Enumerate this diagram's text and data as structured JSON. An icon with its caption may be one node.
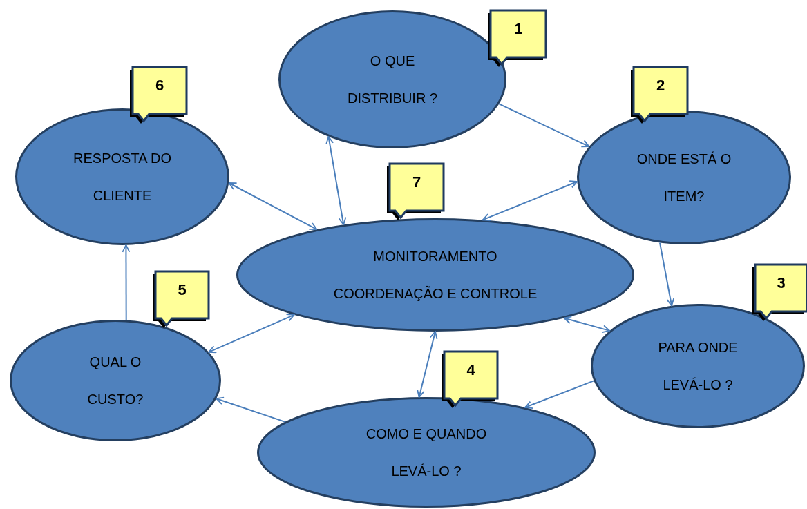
{
  "diagram": {
    "nodes": [
      {
        "text": [
          "O QUE DISTRIBUIR ?"
        ]
      },
      {
        "text": [
          "ONDE ESTÁ O ITEM?"
        ]
      },
      {
        "text": [
          "PARA ONDE LEVÁ-LO ?"
        ]
      },
      {
        "text": [
          "COMO E QUANDO LEVÁ-LO ?"
        ]
      },
      {
        "text": [
          "QUAL O CUSTO?"
        ]
      },
      {
        "text": [
          "RESPOSTA DO CLIENTE"
        ]
      },
      {
        "text": [
          "MONITORAMENTO COORDENAÇÃO E CONTROLE"
        ]
      },
      {
        "text": [
          "1"
        ]
      },
      {
        "text": [
          "2"
        ]
      },
      {
        "text": [
          "3"
        ]
      },
      {
        "text": [
          "4"
        ]
      },
      {
        "text": [
          "5"
        ]
      },
      {
        "text": [
          "6"
        ]
      },
      {
        "text": [
          "7"
        ]
      }
    ],
    "edges": [
      {
        "from": 0,
        "to": 1,
        "arrow": "to"
      },
      {
        "from": 0,
        "to": 6,
        "arrow": "both"
      },
      {
        "from": 5,
        "to": 6,
        "arrow": "both"
      },
      {
        "from": 6,
        "to": 1,
        "arrow": "both"
      },
      {
        "from": 1,
        "to": 2,
        "arrow": "to"
      },
      {
        "from": 6,
        "to": 2,
        "arrow": "both"
      },
      {
        "from": 2,
        "to": 3,
        "arrow": "to"
      },
      {
        "from": 6,
        "to": 3,
        "arrow": "both"
      },
      {
        "from": 3,
        "to": 4,
        "arrow": "to"
      },
      {
        "from": 4,
        "to": 6,
        "arrow": "both"
      },
      {
        "from": 4,
        "to": 5,
        "arrow": "to"
      }
    ]
  }
}
